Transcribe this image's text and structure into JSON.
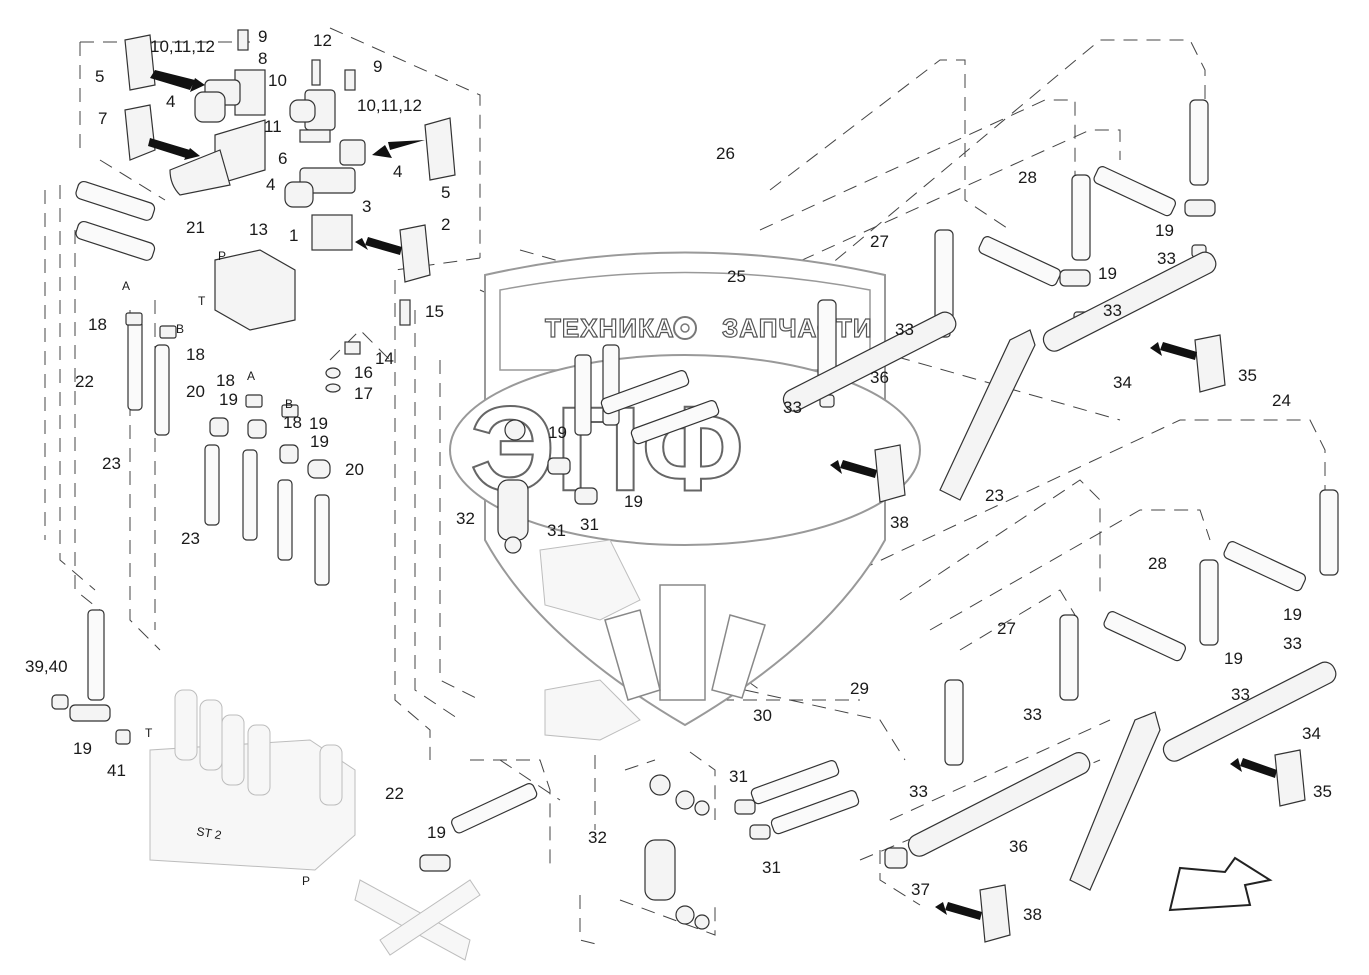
{
  "watermark": {
    "line1_left": "ТЕХНИКА",
    "line1_right": "ЗАПЧАСТИ",
    "logo_text": "ЭПФ"
  },
  "port_letters": {
    "A_upper": "A",
    "B_upper": "B",
    "P_block": "P",
    "T_block": "T",
    "A_lower": "A",
    "B_lower": "B",
    "T_manifold": "T",
    "P_manifold": "P",
    "manifold_name": "ST 2"
  },
  "callouts": [
    "10,11,12",
    "9",
    "8",
    "12",
    "9",
    "5",
    "10",
    "10,11,12",
    "4",
    "7",
    "11",
    "6",
    "4",
    "4",
    "5",
    "3",
    "1",
    "2",
    "13",
    "21",
    "18",
    "18",
    "15",
    "14",
    "16",
    "17",
    "22",
    "23",
    "20",
    "19",
    "18",
    "19",
    "18",
    "19",
    "20",
    "23",
    "26",
    "28",
    "27",
    "19",
    "33",
    "19",
    "33",
    "33",
    "25",
    "36",
    "34",
    "35",
    "33",
    "19",
    "32",
    "31",
    "31",
    "19",
    "38",
    "24",
    "23",
    "28",
    "27",
    "19",
    "33",
    "19",
    "33",
    "33",
    "34",
    "35",
    "29",
    "30",
    "39,40",
    "19",
    "41",
    "22",
    "31",
    "32",
    "31",
    "19",
    "33",
    "36",
    "37",
    "38"
  ],
  "colors": {
    "line": "#333333",
    "background": "#ffffff",
    "watermark_stroke": "#666666"
  }
}
